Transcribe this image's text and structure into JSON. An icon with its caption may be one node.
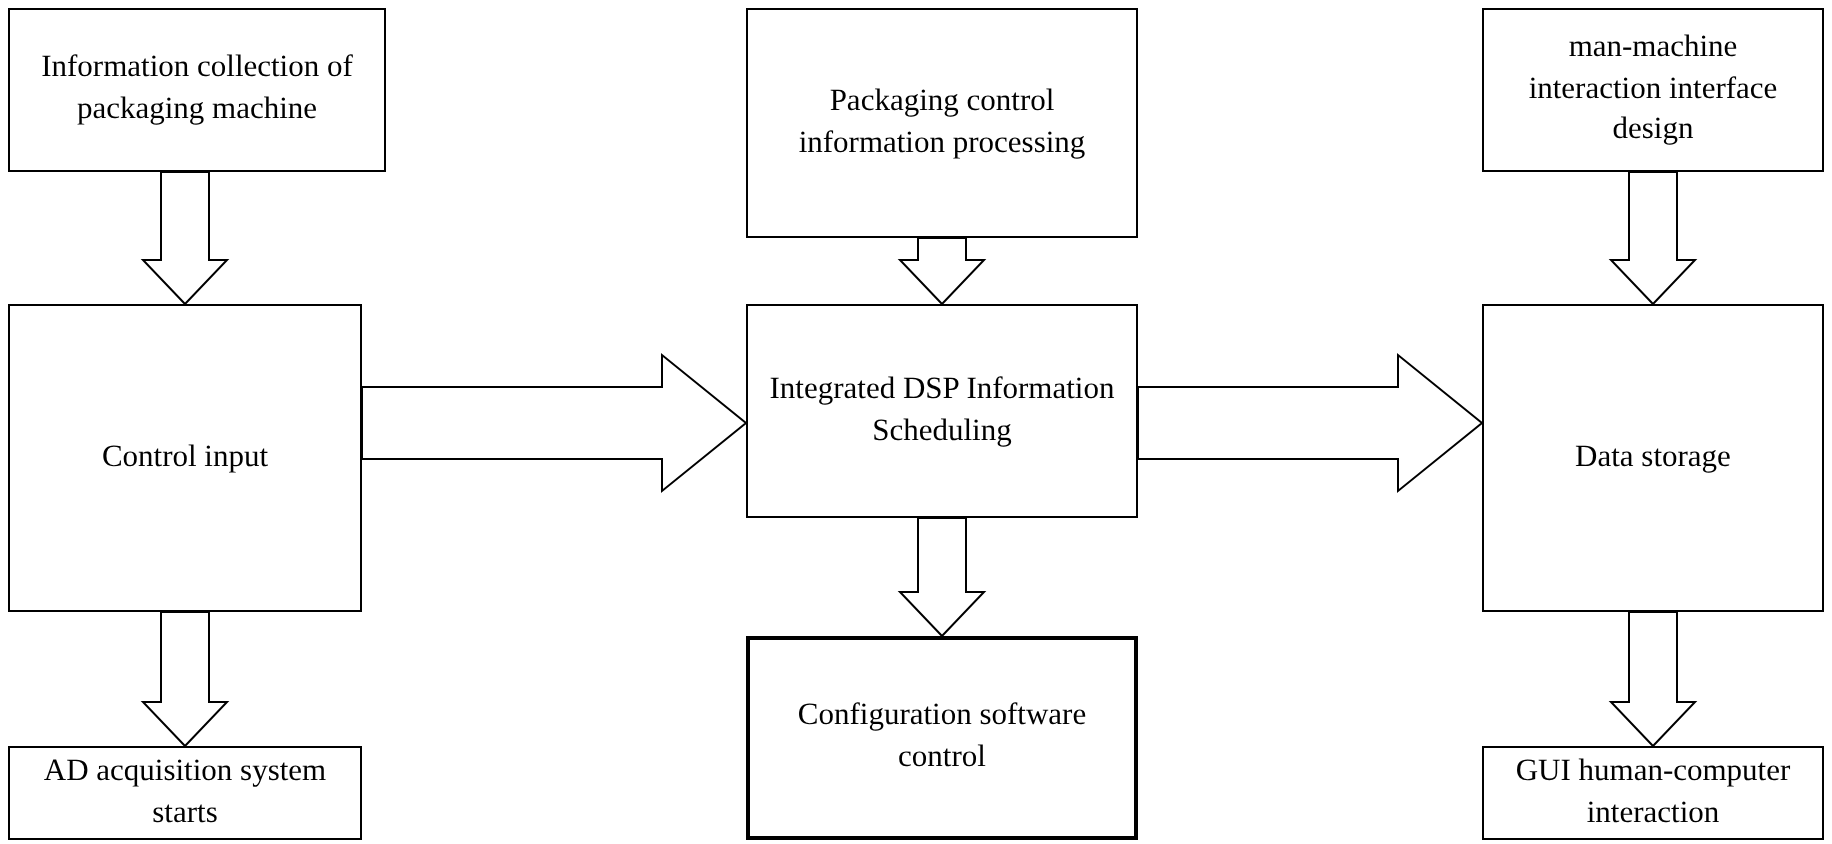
{
  "diagram": {
    "nodes": [
      {
        "text": [
          "Information collection of packaging machine"
        ]
      },
      {
        "text": [
          "Control input"
        ]
      },
      {
        "text": [
          "AD acquisition system starts"
        ]
      },
      {
        "text": [
          "Packaging control information processing"
        ]
      },
      {
        "text": [
          "Integrated DSP Information Scheduling"
        ]
      },
      {
        "text": [
          "Configuration software control"
        ]
      },
      {
        "text": [
          "man-machine interaction interface design"
        ]
      },
      {
        "text": [
          "Data storage"
        ]
      },
      {
        "text": [
          "GUI human-computer interaction"
        ]
      }
    ],
    "edges": [
      {
        "from": 0,
        "to": 1,
        "arrow": "to"
      },
      {
        "from": 1,
        "to": 2,
        "arrow": "to"
      },
      {
        "from": 1,
        "to": 4,
        "arrow": "to"
      },
      {
        "from": 3,
        "to": 4,
        "arrow": "to"
      },
      {
        "from": 4,
        "to": 5,
        "arrow": "to"
      },
      {
        "from": 4,
        "to": 7,
        "arrow": "to"
      },
      {
        "from": 6,
        "to": 7,
        "arrow": "to"
      },
      {
        "from": 7,
        "to": 8,
        "arrow": "to"
      }
    ]
  }
}
